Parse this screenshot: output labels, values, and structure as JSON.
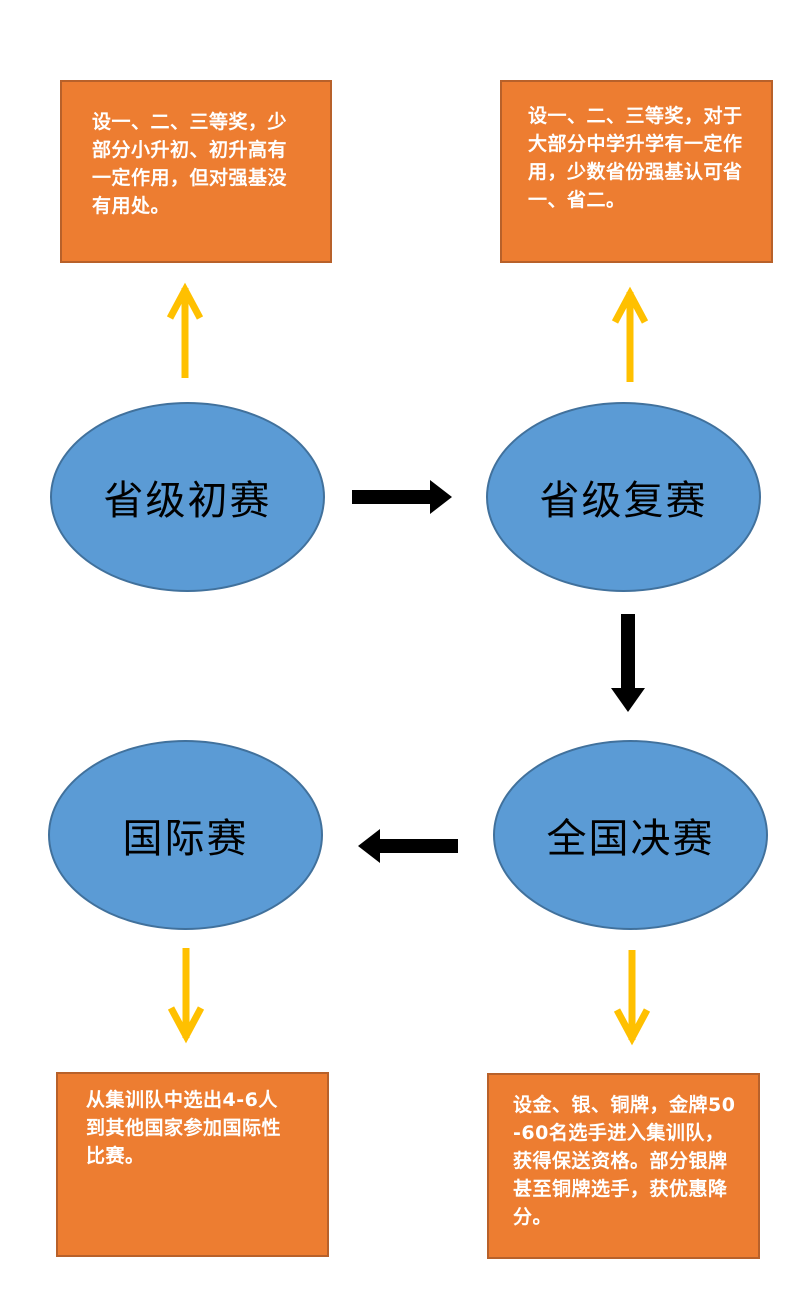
{
  "stages": {
    "provincial_prelim": "省级初赛",
    "provincial_final": "省级复赛",
    "national_final": "全国决赛",
    "international": "国际赛"
  },
  "notes": {
    "provincial_prelim": "设一、二、三等奖，少部分小升初、初升高有一定作用，但对强基没有用处。",
    "provincial_final": "设一、二、三等奖，对于大部分中学升学有一定作用，少数省份强基认可省一、省二。",
    "national_final": "设金、银、铜牌，金牌50-60名选手进入集训队，获得保送资格。部分银牌甚至铜牌选手，获优惠降分。",
    "international": "从集训队中选出4-6人到其他国家参加国际性比赛。"
  },
  "colors": {
    "note_fill": "#ED7D31",
    "stage_fill": "#5B9BD5",
    "note_arrow": "#FFC000",
    "flow_arrow": "#000000"
  }
}
